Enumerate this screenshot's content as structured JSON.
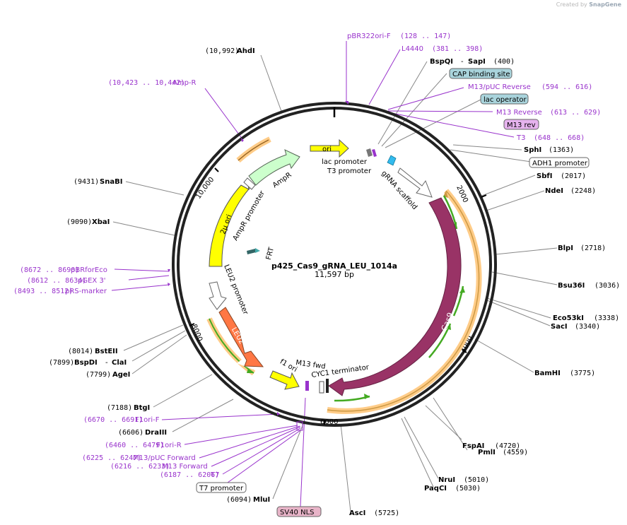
{
  "watermark": {
    "created_by": "Created by",
    "brand": "SnapGene"
  },
  "plasmid": {
    "name": "p425_Cas9_gRNA_LEU_1014a",
    "length": "11,597 bp"
  },
  "ticks": [
    "10,000",
    "2000",
    "4000",
    "6000",
    "8000"
  ],
  "site_labels": {
    "ahdi": {
      "name": "AhdI",
      "pos": "(10,992)"
    },
    "snabi": {
      "name": "SnaBI",
      "pos": "(9431)"
    },
    "xbai": {
      "name": "XbaI",
      "pos": "(9090)"
    },
    "bstei": {
      "name": "BstEII",
      "pos": "(8014)"
    },
    "bspdi": {
      "name": "BspDI",
      "name2": "ClaI",
      "pos": "(7899)"
    },
    "agei": {
      "name": "AgeI",
      "pos": "(7799)"
    },
    "btgi": {
      "name": "BtgI",
      "pos": "(7188)"
    },
    "draiii": {
      "name": "DraIII",
      "pos": "(6606)"
    },
    "mlui": {
      "name": "MluI",
      "pos": "(6094)"
    },
    "asci": {
      "name": "AscI",
      "pos": "(5725)"
    },
    "paqci": {
      "name": "PaqCI",
      "pos": "(5030)"
    },
    "nrui": {
      "name": "NruI",
      "pos": "(5010)"
    },
    "fspai": {
      "name": "FspAI",
      "pos": "(4720)"
    },
    "pmli": {
      "name": "PmlI",
      "pos": "(4559)"
    },
    "bamhi": {
      "name": "BamHI",
      "pos": "(3775)"
    },
    "saci": {
      "name": "SacI",
      "pos": "(3340)"
    },
    "eco53ki": {
      "name": "Eco53kI",
      "pos": "(3338)"
    },
    "bsu36i": {
      "name": "Bsu36I",
      "pos": "(3036)"
    },
    "blpi": {
      "name": "BlpI",
      "pos": "(2718)"
    },
    "ndei": {
      "name": "NdeI",
      "pos": "(2248)"
    },
    "sbfi": {
      "name": "SbfI",
      "pos": "(2017)"
    },
    "sphi": {
      "name": "SphI",
      "pos": "(1363)"
    },
    "bspqi": {
      "name": "BspQI",
      "name2": "SapI",
      "pos": "(400)"
    }
  },
  "primer_labels": {
    "pbr322": {
      "name": "pBR322ori-F",
      "pos": "(128 .. 147)"
    },
    "l4440": {
      "name": "L4440",
      "pos": "(381 .. 398)"
    },
    "m13puc_rev": {
      "name": "M13/pUC Reverse",
      "pos": "(594 .. 616)"
    },
    "m13_rev": {
      "name": "M13 Reverse",
      "pos": "(613 .. 629)"
    },
    "t3": {
      "name": "T3",
      "pos": "(648 .. 668)"
    },
    "ampr": {
      "name": "Amp-R",
      "pos": "(10,423 .. 10,442)"
    },
    "pbrforeco": {
      "name": "pBRforEco",
      "pos": "(8672 .. 8690)"
    },
    "pgex3": {
      "name": "pGEX 3'",
      "pos": "(8612 .. 8634)"
    },
    "prs": {
      "name": "pRS-marker",
      "pos": "(8493 .. 8512)"
    },
    "f1ori_f": {
      "name": "F1ori-F",
      "pos": "(6670 .. 6691)"
    },
    "f1ori_r": {
      "name": "F1ori-R",
      "pos": "(6460 .. 6479)"
    },
    "m13puc_fwd": {
      "name": "M13/pUC Forward",
      "pos": "(6225 .. 6247)"
    },
    "m13_fwd": {
      "name": "M13 Forward",
      "pos": "(6216 .. 6233)"
    },
    "t7": {
      "name": "T7",
      "pos": "(6187 .. 6206)"
    }
  },
  "boxed_labels": {
    "cap": "CAP binding site",
    "lac_operator": "lac operator",
    "m13rev": "M13 rev",
    "adh1": "ADH1 promoter",
    "t7_promoter": "T7 promoter",
    "sv40": "SV40 NLS"
  },
  "features": {
    "ori": "ori",
    "lac_promoter": "lac promoter",
    "t3_promoter": "T3 promoter",
    "grna_scaffold": "gRNA scaffold",
    "ampr": "AmpR",
    "ampr_promoter": "AmpR promoter",
    "two_mu_ori": "2µ ori",
    "frt": "FRT",
    "leu2_promoter": "LEU2 promoter",
    "leu2": "LEU2",
    "f1_ori": "f1 ori",
    "m13_fwd": "M13 fwd",
    "cyc1": "CYC1 terminator",
    "cas9": "Cas9"
  },
  "colors": {
    "backbone": "#222222",
    "enzyme_label": "#000000",
    "primer": "#9933cc",
    "ori": "#ffff00",
    "ampr": "#ccffcc",
    "leu2": "#ff7744",
    "cas9": "#993366",
    "orf_track": "#ffcc88",
    "green_arrow": "#44aa22",
    "cap_box": "#a9d4dc",
    "m13rev_box": "#e6b3ee",
    "sv40_box": "#e8b4c8",
    "grna": "#33bbee"
  }
}
